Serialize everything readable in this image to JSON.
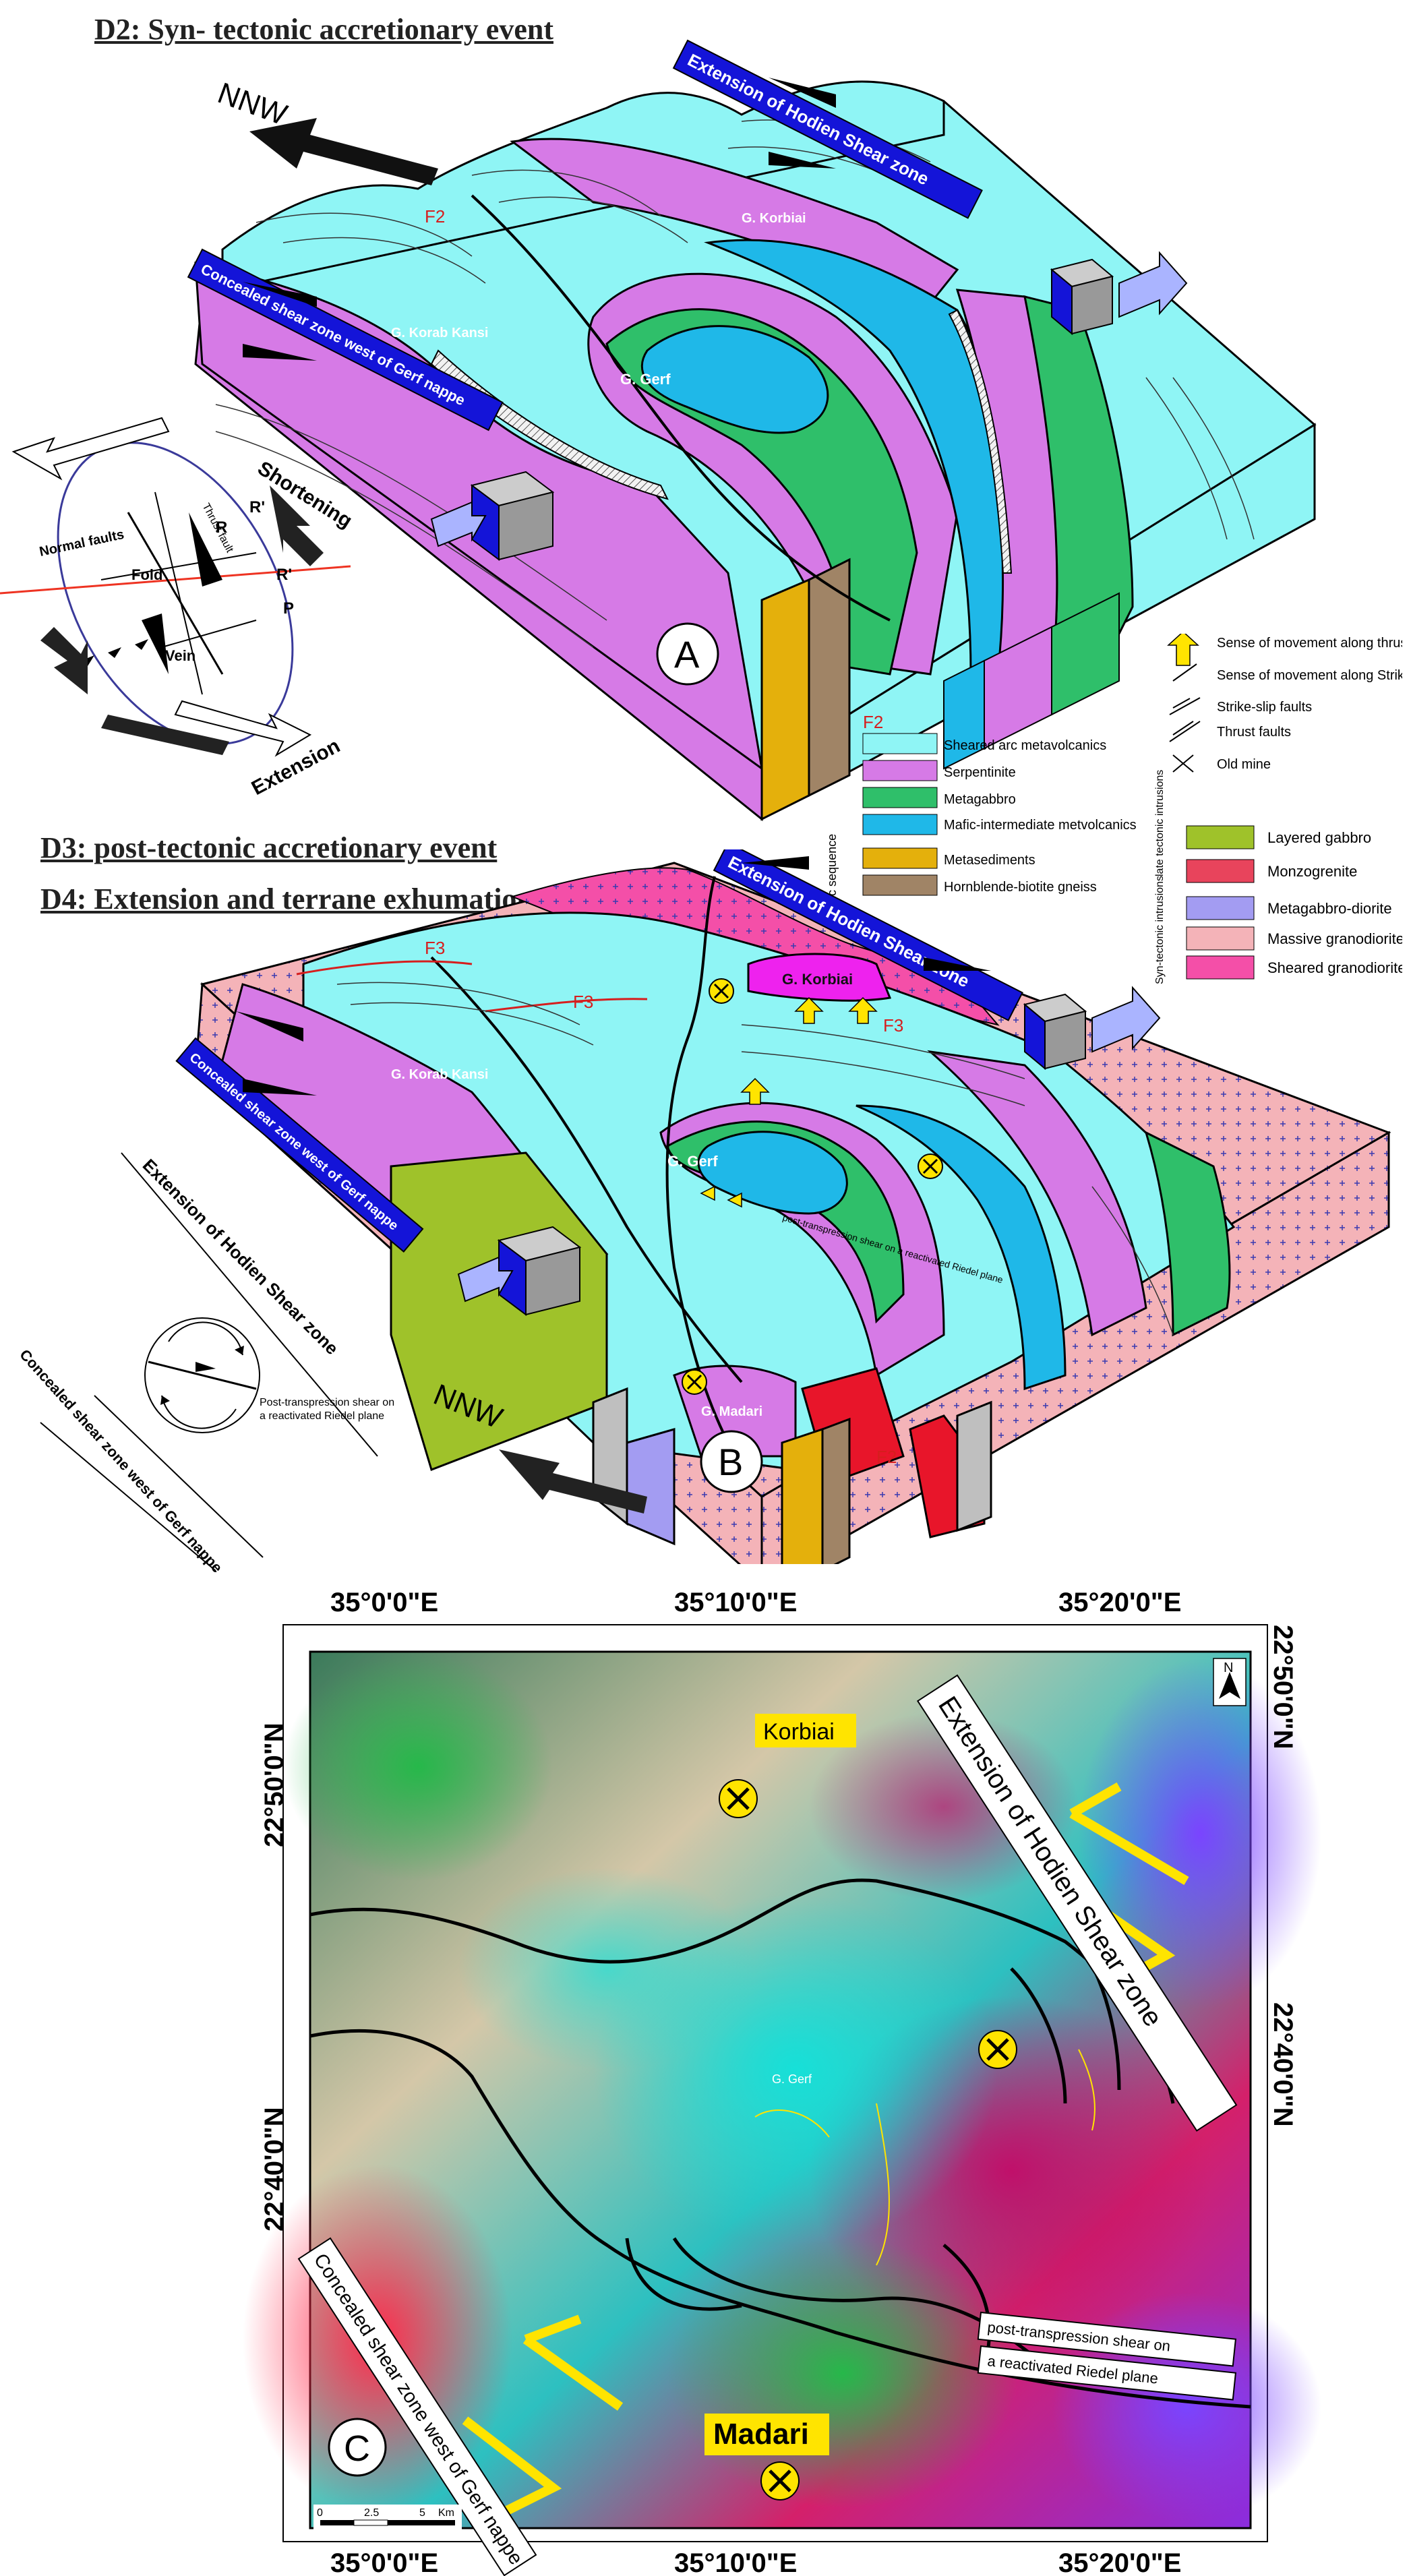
{
  "panel_top": {
    "heading": "D2: Syn- tectonic accretionary event",
    "direction": "NNW",
    "letter": "A",
    "banner_hodien": "Extension of Hodien Shear zone",
    "banner_concealed": "Concealed shear zone west of Gerf nappe",
    "place_labels": [
      "G. Korbiai",
      "G. Korab Kansi",
      "G. Gerf"
    ],
    "fold_labels": [
      "F2",
      "F2"
    ]
  },
  "strain_ellipse": {
    "labels": [
      "Normal faults",
      "Fold",
      "R",
      "R'",
      "Thrust fault",
      "R'",
      "P",
      "Vein"
    ],
    "shortening": "Shortening",
    "extension": "Extension"
  },
  "legend": {
    "symbols": [
      {
        "icon": "thrust-arrow-icon",
        "label": "Sense of movement along thrust planes"
      },
      {
        "icon": "strike-slip-arrow-icon",
        "label": "Sense of movement along Strike-slip shear zones"
      },
      {
        "icon": "strike-slip-fault-icon",
        "label": "Strike-slip faults"
      },
      {
        "icon": "thrust-fault-icon",
        "label": "Thrust faults"
      },
      {
        "icon": "old-mine-icon",
        "label": "Old mine"
      }
    ],
    "group_ophiolitic": "ophiolitic sequence",
    "units_left": [
      {
        "label": "Sheared arc metavolcanics",
        "color": "#8ff5f5"
      },
      {
        "label": "Serpentinite",
        "color": "#d67ae6"
      },
      {
        "label": "Metagabbro",
        "color": "#2fbf6a"
      },
      {
        "label": "Mafic-intermediate metvolcanics",
        "color": "#1fb8e8"
      },
      {
        "label": "Metasediments",
        "color": "#e4b00c"
      },
      {
        "label": "Hornblende-biotite gneiss",
        "color": "#a08466"
      }
    ],
    "group_late": "late tectonic intrusions",
    "group_syn": "Syn-tectonic intrusions",
    "units_right": [
      {
        "label": "Layered gabbro",
        "color": "#9fc22a"
      },
      {
        "label": "Monzogrenite",
        "color": "#e8445c"
      },
      {
        "label": "Metagabbro-diorite",
        "color": "#a39cf2"
      },
      {
        "label": "Massive granodiorite",
        "color": "#f4b3b8"
      },
      {
        "label": "Sheared granodiorite",
        "color": "#f44fa8"
      }
    ]
  },
  "panel_middle": {
    "heading1": "D3: post-tectonic accretionary event",
    "heading2": "D4: Extension and terrane exhumation",
    "direction": "NNW",
    "letter": "B",
    "banner_hodien": "Extension of Hodien Shear zone",
    "banner_concealed": "Concealed shear zone west of Gerf nappe",
    "place_labels": [
      "G. Korbiai",
      "G. Korab Kansi",
      "G. Gerf",
      "G. Madari"
    ],
    "fold_labels": [
      "F3",
      "F3",
      "F3",
      "F2"
    ],
    "riedel_note": "post-transpression shear on a reactivated Riedel plane"
  },
  "riedel_sketch": {
    "label_top": "Extension of Hodien Shear zone",
    "label_bottom": "Concealed shear zone west of Gerf nappe",
    "note_line1": "Post-transpression shear on",
    "note_line2": "a reactivated Riedel plane"
  },
  "map": {
    "letter": "C",
    "x_ticks": [
      "35°0'0\"E",
      "35°10'0\"E",
      "35°20'0\"E"
    ],
    "y_ticks": [
      "22°50'0\"N",
      "22°40'0\"N"
    ],
    "north": "N",
    "label_korbiai": "Korbiai",
    "label_madari": "Madari",
    "label_gerf": "G. Gerf",
    "banner_hodien": "Extension of Hodien Shear zone",
    "banner_concealed": "Concealed shear zone west of Gerf nappe",
    "note_line1": "post-transpression shear on",
    "note_line2": "a reactivated Riedel plane",
    "scale_ticks": [
      "0",
      "2.5",
      "5"
    ],
    "scale_unit": "Km"
  },
  "colors": {
    "banner": "#1414d8",
    "arc_metavolcanics": "#8ff5f5",
    "serpentinite": "#d67ae6",
    "metagabbro": "#2fbf6a",
    "mafic": "#1fb8e8",
    "metasediments": "#e4b00c",
    "gneiss": "#a08466",
    "massive_granodiorite": "#f4b3b8",
    "sheared_granodiorite": "#f44fa8",
    "mine_yellow": "#ffe400"
  }
}
